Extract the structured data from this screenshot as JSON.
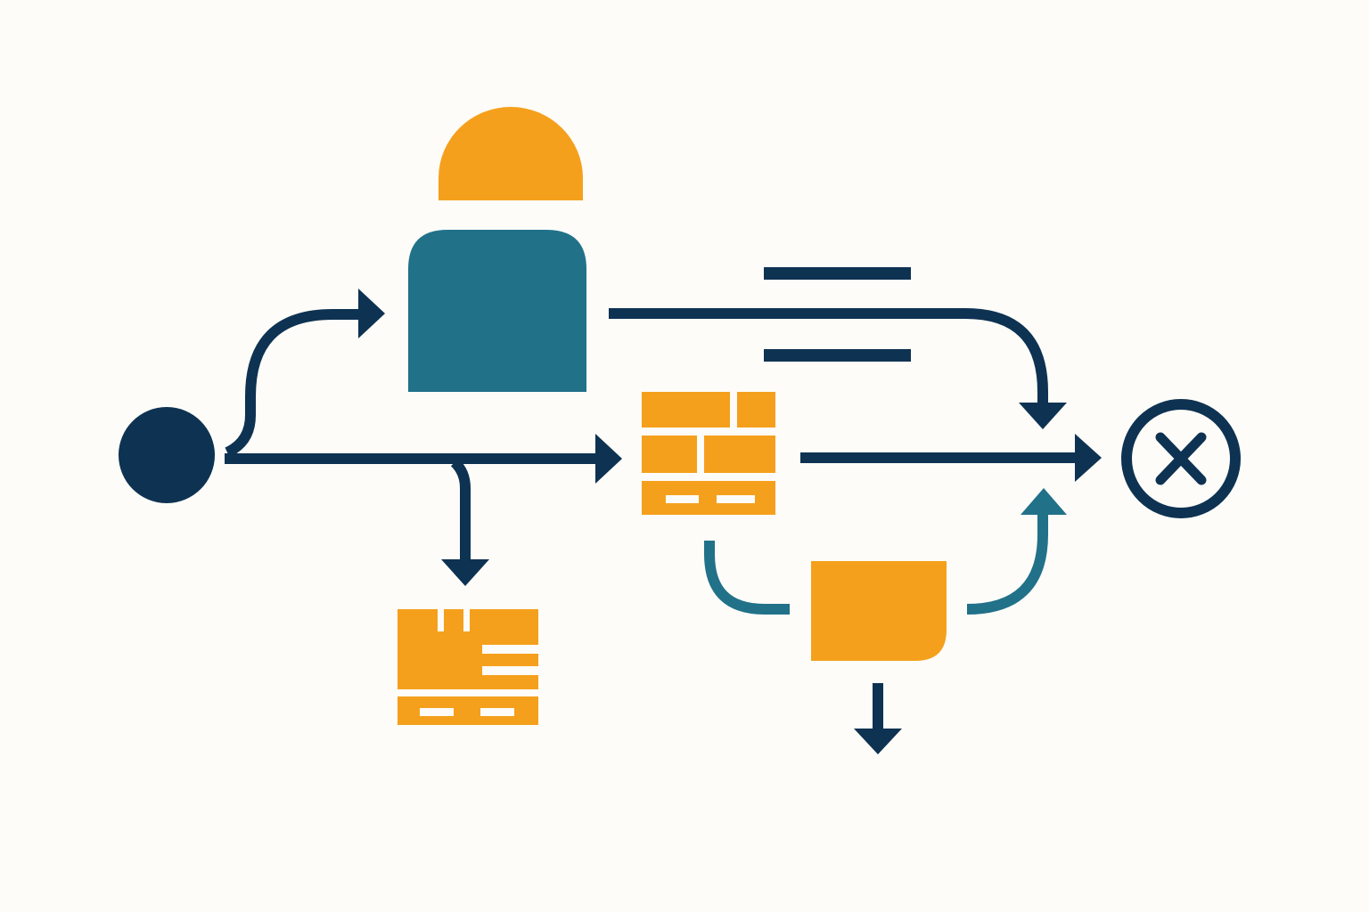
{
  "diagram": {
    "type": "flowchart",
    "text": [],
    "colors": {
      "background": "#fdfcf8",
      "navy": "#0e3252",
      "teal": "#217189",
      "orange": "#f5a01c"
    },
    "nodes": [
      {
        "id": "start",
        "shape": "filled-circle",
        "icon": "start-node-icon",
        "color": "navy"
      },
      {
        "id": "person",
        "shape": "person",
        "icon": "person-icon",
        "color": [
          "orange",
          "teal"
        ]
      },
      {
        "id": "lines",
        "shape": "two-horizontal-lines",
        "icon": "text-lines-icon",
        "color": "navy"
      },
      {
        "id": "brick-wall",
        "shape": "brick-wall",
        "icon": "brick-wall-icon",
        "color": "orange"
      },
      {
        "id": "package",
        "shape": "package-box",
        "icon": "package-icon",
        "color": "orange"
      },
      {
        "id": "document",
        "shape": "rounded-rectangle",
        "icon": "document-icon",
        "color": "orange"
      },
      {
        "id": "end",
        "shape": "circle-with-x",
        "icon": "close-circle-icon",
        "color": "navy"
      }
    ],
    "edges": [
      {
        "from": "start",
        "to": "person",
        "color": "navy",
        "style": "curved-up"
      },
      {
        "from": "start",
        "to": "brick-wall",
        "color": "navy",
        "style": "straight"
      },
      {
        "from": "start",
        "to": "package",
        "color": "navy",
        "style": "branch-down"
      },
      {
        "from": "person",
        "to": "end",
        "color": "navy",
        "style": "curved-down"
      },
      {
        "from": "brick-wall",
        "to": "end",
        "color": "navy",
        "style": "straight"
      },
      {
        "from": "brick-wall",
        "to": "document",
        "color": "teal",
        "style": "curved"
      },
      {
        "from": "document",
        "to": "end",
        "color": "teal",
        "style": "curved-up"
      },
      {
        "from": "document",
        "to": "below",
        "color": "navy",
        "style": "straight-down"
      }
    ]
  }
}
